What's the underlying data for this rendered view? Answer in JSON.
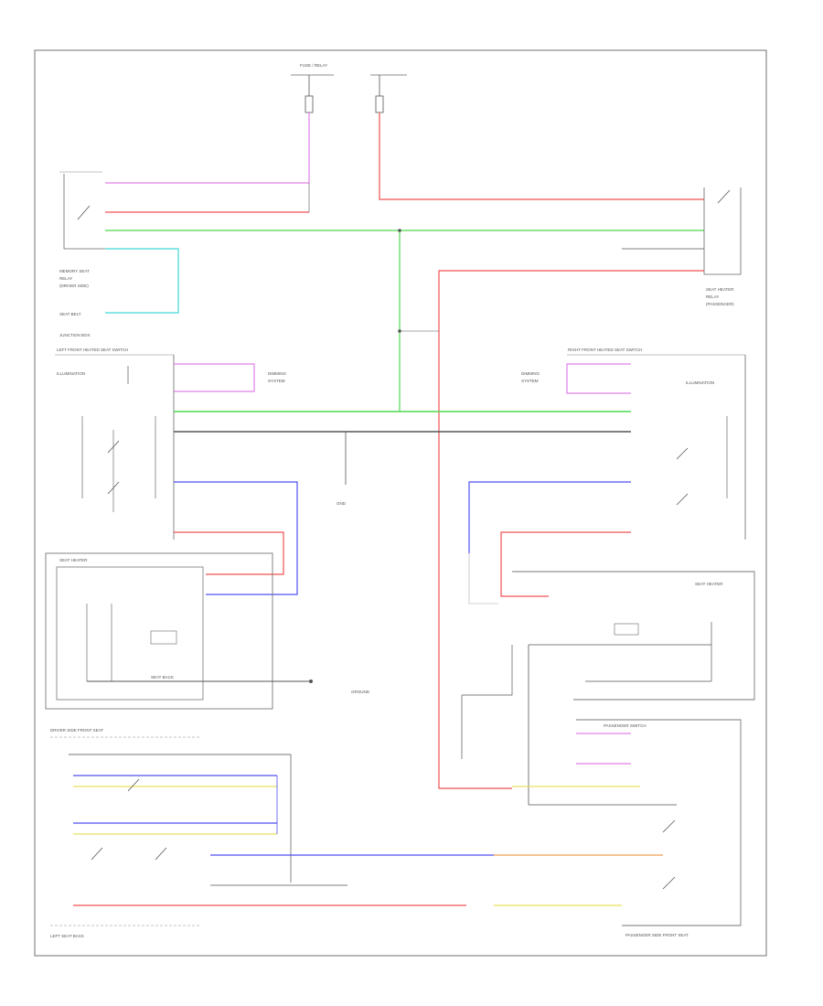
{
  "colors": {
    "pink": "#e080e8",
    "red": "#f05050",
    "green": "#50d850",
    "cyan": "#40d8d8",
    "blue": "#5050f0",
    "yellow": "#e8e060",
    "orange": "#f0a050",
    "dark": "#555555",
    "frame": "#888888"
  },
  "components": {
    "top_fuse": "FUSE / RELAY",
    "top_fuse_box": "",
    "left_heater_switch": "LEFT FRONT HEATED SEAT SWITCH",
    "right_heater_switch": "RIGHT FRONT HEATED SEAT SWITCH",
    "seat_heater_left": "SEAT HEATER",
    "seat_heater_right": "SEAT HEATER",
    "left_seat": "LEFT SEAT BACK",
    "passenger_seat": "PASSENGER SIDE FRONT SEAT",
    "driver_seat": "DRIVER SIDE FRONT SEAT",
    "ground_main": "GND",
    "footer_code": ""
  }
}
